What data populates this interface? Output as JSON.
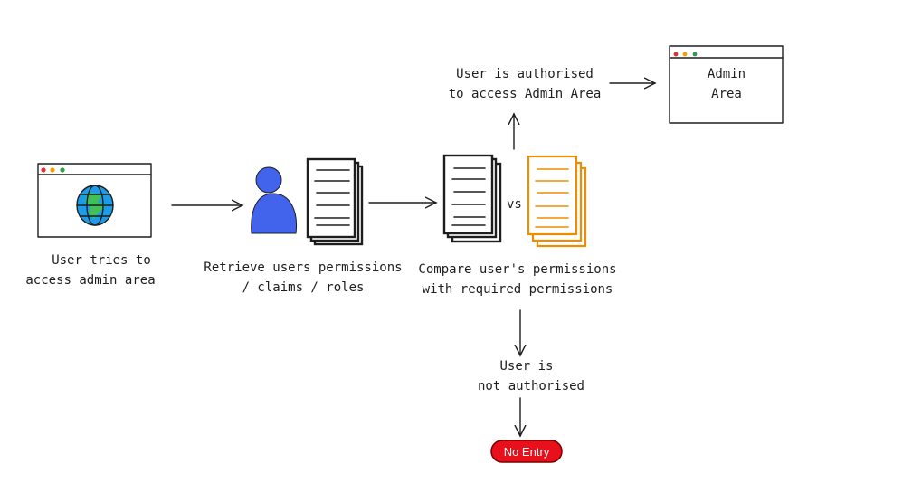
{
  "nodes": {
    "user_browser": {
      "caption_line1": "User tries to",
      "caption_line2": "access admin area"
    },
    "retrieve": {
      "caption_line1": "Retrieve users permissions",
      "caption_line2": "/ claims / roles"
    },
    "compare": {
      "caption_line1": "Compare user's permissions",
      "caption_line2": "with required permissions",
      "vs_label": "vs"
    },
    "authorised": {
      "line1": "User is authorised",
      "line2": "to access Admin Area"
    },
    "admin_area": {
      "line1": "Admin",
      "line2": "Area"
    },
    "not_authorised": {
      "line1": "User is",
      "line2": "not authorised"
    },
    "no_entry": {
      "label": "No Entry"
    }
  },
  "colors": {
    "person": "#4263eb",
    "globe_water": "#1c9ce8",
    "globe_land": "#40c057",
    "required_docs": "#f08c00",
    "no_entry": "#e03131"
  }
}
